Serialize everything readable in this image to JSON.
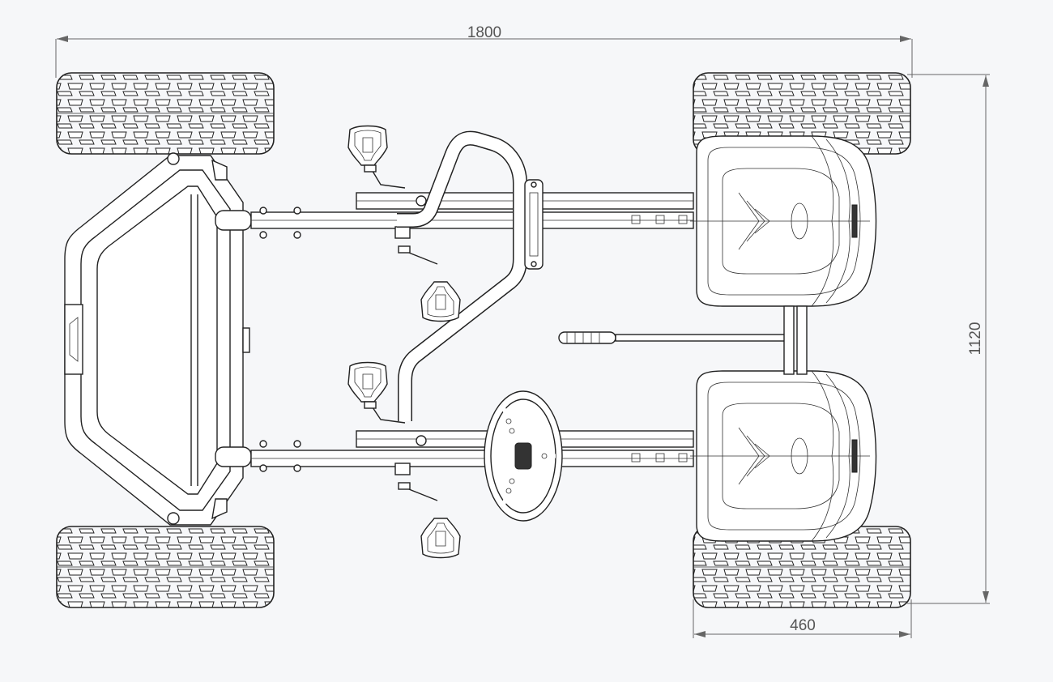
{
  "dimensions": {
    "overall_length": "1800",
    "overall_width": "1120",
    "seat_depth": "460"
  },
  "colors": {
    "background": "#f6f7f9",
    "line": "#222222",
    "dimension": "#666666"
  }
}
